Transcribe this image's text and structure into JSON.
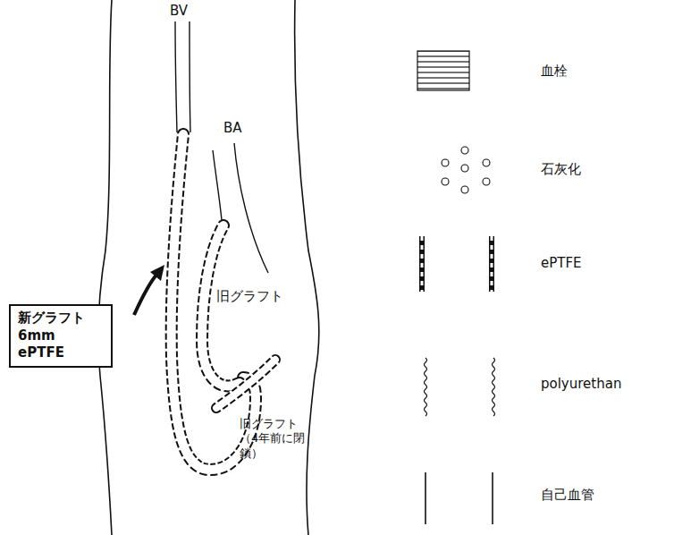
{
  "diagram": {
    "nodes": [
      {
        "text": [
          "新グラフト 6mm ePTFE"
        ]
      }
    ],
    "labels": [
      "BV",
      "BA",
      "旧グラフト",
      "旧グラフト （4年前に閉鎖）"
    ],
    "legend": [
      {
        "text": "血栓"
      },
      {
        "text": "石灰化"
      },
      {
        "text": "ePTFE"
      },
      {
        "text": "polyurethan"
      },
      {
        "text": "自己血管"
      }
    ]
  }
}
